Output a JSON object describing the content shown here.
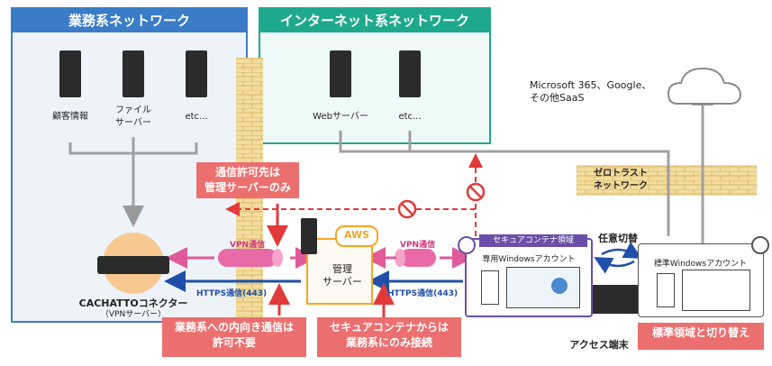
{
  "zones": {
    "business": {
      "title": "業務系ネットワーク"
    },
    "internet": {
      "title": "インターネット系ネットワーク"
    }
  },
  "servers": {
    "customer": "顧客情報",
    "file": "ファイル\nサーバー",
    "etc_business": "etc...",
    "web": "Webサーバー",
    "etc_internet": "etc..."
  },
  "cloud": {
    "label": "Microsoft 365、Google、\nその他SaaS"
  },
  "zero_trust": {
    "label": "ゼロトラスト\nネットワーク"
  },
  "connector": {
    "name": "CACHATTOコネクター",
    "sub": "（VPNサーバー）"
  },
  "aws": {
    "badge": "AWS",
    "server_label": "管理\nサーバー"
  },
  "links": {
    "vpn_left": "VPN通信",
    "https_left": "HTTPS通信(443)",
    "vpn_right": "VPN通信",
    "https_right": "HTTPS通信(443)"
  },
  "secure_container": {
    "tag": "セキュアコンテナ領域",
    "account": "専用Windowsアカウント"
  },
  "standard": {
    "account": "標準Windowsアカウント"
  },
  "switch_label": "任意切替",
  "access_terminal": "アクセス端末",
  "callouts": {
    "allowed_dest": "通信許可先は\n管理サーバーのみ",
    "inbound": "業務系への内向き通信は\n許可不要",
    "container_only": "セキュアコンテナからは\n業務系にのみ接続",
    "standard_switch": "標準領域と切り替え"
  },
  "colors": {
    "business_blue": "#3a7cc7",
    "internet_green": "#1fa98b",
    "callout_red": "#ec6f6f",
    "vpn_pink": "#e05a9a",
    "https_blue": "#1f4fa8",
    "container_purple": "#6a4fa8",
    "aws_orange": "#f5a623"
  }
}
